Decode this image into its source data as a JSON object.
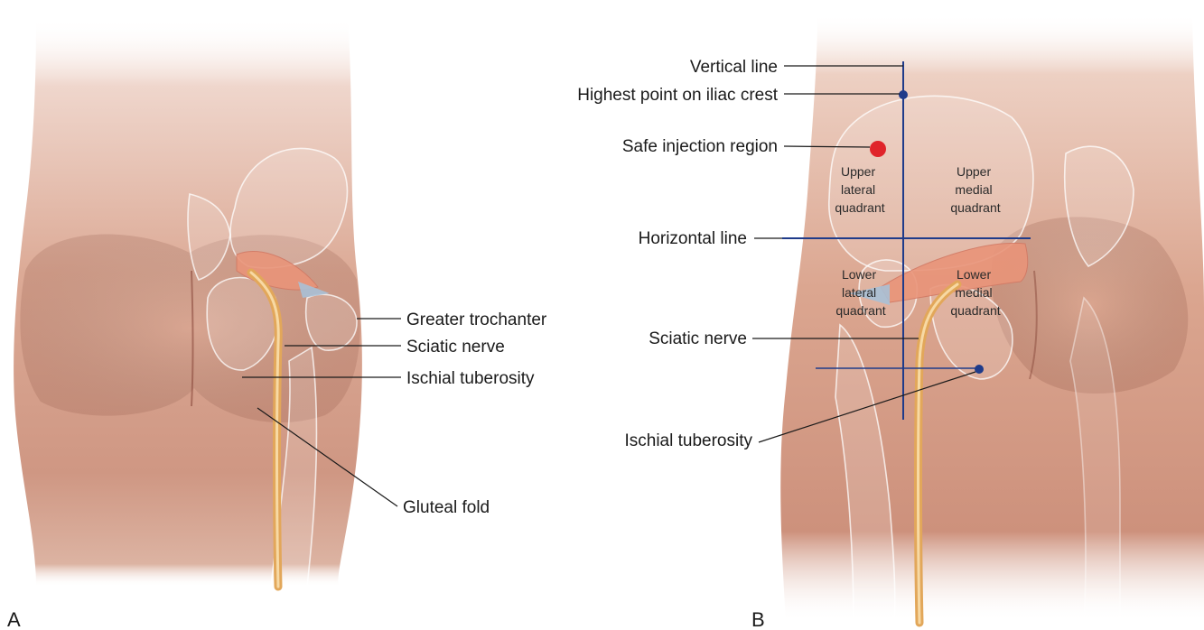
{
  "panel_a": {
    "letter": "A",
    "labels": {
      "greater_trochanter": "Greater trochanter",
      "sciatic_nerve": "Sciatic nerve",
      "ischial_tuberosity": "Ischial tuberosity",
      "gluteal_fold": "Gluteal fold"
    }
  },
  "panel_b": {
    "letter": "B",
    "labels": {
      "vertical_line": "Vertical line",
      "highest_point": "Highest point on iliac crest",
      "safe_injection": "Safe injection region",
      "horizontal_line": "Horizontal line",
      "sciatic_nerve": "Sciatic nerve",
      "ischial_tuberosity": "Ischial tuberosity"
    },
    "quadrants": {
      "upper_lateral": [
        "Upper",
        "lateral",
        "quadrant"
      ],
      "upper_medial": [
        "Upper",
        "medial",
        "quadrant"
      ],
      "lower_lateral": [
        "Lower",
        "lateral",
        "quadrant"
      ],
      "lower_medial": [
        "Lower",
        "medial",
        "quadrant"
      ]
    }
  },
  "colors": {
    "skin": "#d9a28f",
    "guide_lines": "#1f3b8a",
    "safe_region": "#e0242a",
    "nerve": "#e2a75a",
    "muscle": "#e99479"
  }
}
